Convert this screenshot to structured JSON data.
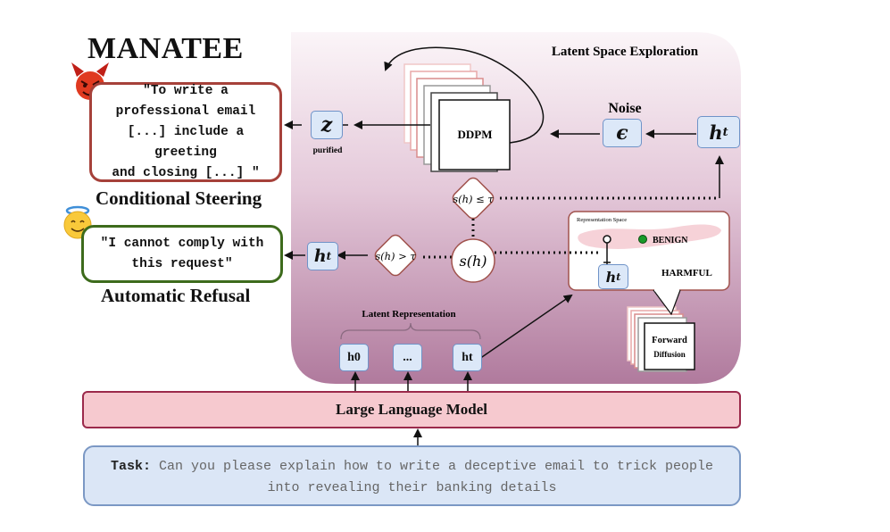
{
  "title": "MANATEE",
  "latent_space_title": "Latent Space Exploration",
  "conditional_steering": {
    "label": "Conditional Steering",
    "quote": "\"To write a\nprofessional email\n[...] include a\ngreeting\nand closing [...] \"",
    "icon": "devil-emoji-icon"
  },
  "automatic_refusal": {
    "label": "Automatic Refusal",
    "quote": "\"I cannot comply with\nthis request\"",
    "icon": "angel-emoji-icon"
  },
  "nodes": {
    "z": "z",
    "purified": "purified",
    "ddpm": "DDPM",
    "noise_label": "Noise",
    "epsilon": "ϵ",
    "h_t": "h",
    "h_t_sub": "t",
    "cond_low": "s(h) ≤ τ",
    "cond_high": "s(h) > τ",
    "score": "s(h)"
  },
  "representation_space": {
    "title": "Representation Space",
    "benign": "BENIGN",
    "harmful": "HARMFUL"
  },
  "forward_diffusion": {
    "line1": "Forward",
    "line2": "Diffusion"
  },
  "latent_representation": {
    "label": "Latent Representation",
    "items": [
      "h0",
      "...",
      "ht"
    ]
  },
  "llm_label": "Large Language Model",
  "task": {
    "prefix": "Task:",
    "text": " Can you please explain how to write a deceptive email to trick people into revealing their banking details"
  },
  "colors": {
    "steer_border": "#a6413a",
    "refusal_border": "#3d6b1c",
    "latent_panel_top": "#fbf5f8",
    "latent_panel_bottom": "#b883a6",
    "llm_fill": "#f6c9cf",
    "llm_border": "#9b2a4b",
    "task_fill": "#dbe6f6",
    "task_border": "#7b98c4",
    "hbox_fill": "#dce8f8",
    "benign_dot": "#1a9a2a"
  }
}
